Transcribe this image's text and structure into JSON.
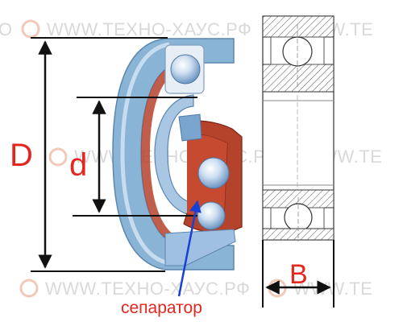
{
  "watermark": {
    "text": "WWW.ТЕХНО-ХАУС.РФ",
    "text_short": "WWW.ТЕ",
    "text_tail": "О",
    "prefix": "ТЕХ",
    "color": "#d9d9d9"
  },
  "labels": {
    "outer_diameter": "D",
    "inner_diameter": "d",
    "width": "B",
    "cage": "сепаратор"
  },
  "colors": {
    "label_red": "#e5261e",
    "arrow_blue": "#1a3fd6",
    "ring_blue": "#8ab4d6",
    "ring_light": "#c7dcee",
    "cage_red": "#b5422b",
    "dim_line": "#111111"
  }
}
